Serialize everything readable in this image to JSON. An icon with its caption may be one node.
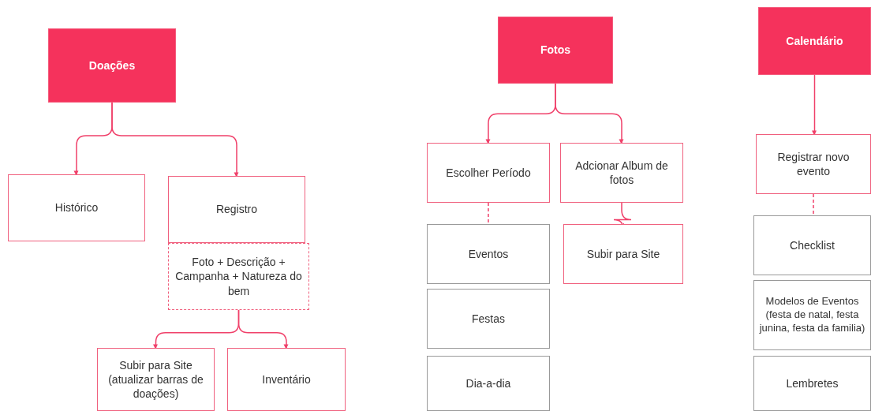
{
  "diagram": {
    "nodes": [
      {
        "text": [
          "Doações"
        ]
      },
      {
        "text": [
          "Histórico"
        ]
      },
      {
        "text": [
          "Registro"
        ]
      },
      {
        "text": [
          "Foto + Descrição + Campanha + Natureza do bem"
        ]
      },
      {
        "text": [
          "Subir para Site (atualizar barras de doações)"
        ]
      },
      {
        "text": [
          "Inventário"
        ]
      },
      {
        "text": [
          "Fotos"
        ]
      },
      {
        "text": [
          "Escolher Período"
        ]
      },
      {
        "text": [
          "Adcionar Album de fotos"
        ]
      },
      {
        "text": [
          "Eventos"
        ]
      },
      {
        "text": [
          "Festas"
        ]
      },
      {
        "text": [
          "Dia-a-dia"
        ]
      },
      {
        "text": [
          "Subir para Site"
        ]
      },
      {
        "text": [
          "Calendário"
        ]
      },
      {
        "text": [
          "Registrar novo evento"
        ]
      },
      {
        "text": [
          "Checklist"
        ]
      },
      {
        "text": [
          "Modelos de Eventos (festa de natal, festa junina, festa da familia)"
        ]
      },
      {
        "text": [
          "Lembretes"
        ]
      }
    ],
    "edges": [
      {
        "from": 0,
        "to": 1,
        "arrow": "to"
      },
      {
        "from": 0,
        "to": 2,
        "arrow": "to"
      },
      {
        "from": 3,
        "to": 4,
        "arrow": "to"
      },
      {
        "from": 3,
        "to": 5,
        "arrow": "to"
      },
      {
        "from": 6,
        "to": 7,
        "arrow": "to"
      },
      {
        "from": 6,
        "to": 8,
        "arrow": "to"
      },
      {
        "from": 7,
        "to": 9,
        "arrow": "none",
        "style": "dashed"
      },
      {
        "from": 8,
        "to": 12,
        "arrow": "to"
      },
      {
        "from": 13,
        "to": 14,
        "arrow": "to"
      },
      {
        "from": 14,
        "to": 15,
        "arrow": "none",
        "style": "dashed"
      }
    ]
  }
}
